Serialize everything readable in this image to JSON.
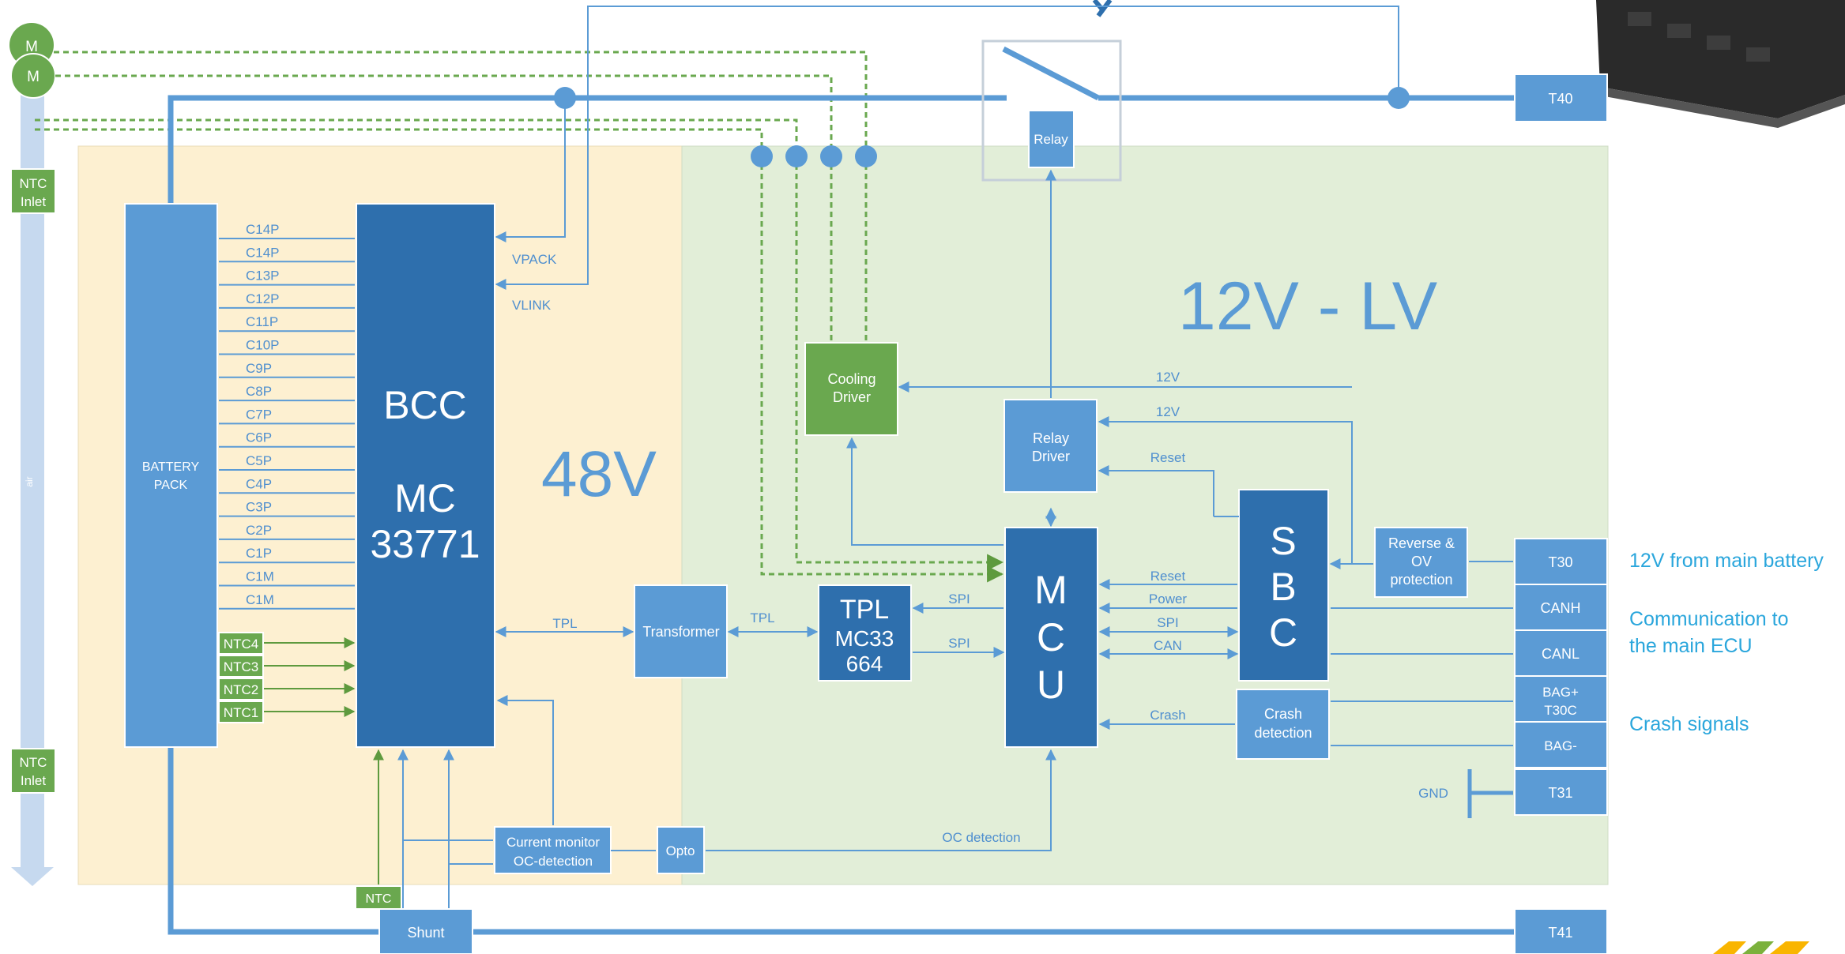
{
  "colors": {
    "block_blue": "#5b9bd5",
    "block_dark": "#2e6fad",
    "line_blue": "#5b9bd5",
    "green": "#6aa84f",
    "zone_48v": "#fdf0d1",
    "zone_lv": "#e2eed8",
    "text_blue": "#4f8fcf",
    "side_text": "#2aa6dc"
  },
  "zones": {
    "hv_label": "48V",
    "lv_label": "12V - LV"
  },
  "fans": {
    "fan1": "M",
    "fan2": "M"
  },
  "air_label": "air",
  "ntc_inlet": [
    "NTC",
    "Inlet"
  ],
  "battery_pack": [
    "BATTERY",
    "PACK"
  ],
  "bcc": {
    "title": "BCC",
    "line2": "MC",
    "line3": "33771"
  },
  "cell_pins": [
    "C14P",
    "C14P",
    "C13P",
    "C12P",
    "C11P",
    "C10P",
    "C9P",
    "C8P",
    "C7P",
    "C6P",
    "C5P",
    "C4P",
    "C3P",
    "C2P",
    "C1P",
    "C1M",
    "C1M"
  ],
  "ntc_sensors": [
    "NTC4",
    "NTC3",
    "NTC2",
    "NTC1"
  ],
  "vpack": "VPACK",
  "vlink": "VLINK",
  "transformer": "Transformer",
  "tpl_chip": {
    "line1": "TPL",
    "line2": "MC33",
    "line3": "664"
  },
  "mcu": [
    "M",
    "C",
    "U"
  ],
  "sbc": [
    "S",
    "B",
    "C"
  ],
  "relay": "Relay",
  "relay_driver": [
    "Relay",
    "Driver"
  ],
  "cooling_driver": [
    "Cooling",
    "Driver"
  ],
  "reverse_ov": [
    "Reverse &",
    "OV",
    "protection"
  ],
  "crash_detection": [
    "Crash",
    "detection"
  ],
  "current_monitor": [
    "Current monitor",
    "OC-detection"
  ],
  "opto": "Opto",
  "shunt": "Shunt",
  "ntc_shunt": "NTC",
  "signals": {
    "tpl1": "TPL",
    "tpl2": "TPL",
    "spi1": "SPI",
    "spi2": "SPI",
    "spi3": "SPI",
    "reset1": "Reset",
    "reset2": "Reset",
    "power": "Power",
    "can": "CAN",
    "crash": "Crash",
    "v12a": "12V",
    "v12b": "12V",
    "oc": "OC detection",
    "gnd": "GND"
  },
  "terminals": {
    "t40": "T40",
    "t30": "T30",
    "canh": "CANH",
    "canl": "CANL",
    "bag_plus": [
      "BAG+",
      "T30C"
    ],
    "bag_minus": "BAG-",
    "t31": "T31",
    "t41": "T41"
  },
  "side_notes": {
    "main_battery": "12V from main battery",
    "comm1": "Communication to",
    "comm2": "the main ECU",
    "crash": "Crash signals"
  }
}
